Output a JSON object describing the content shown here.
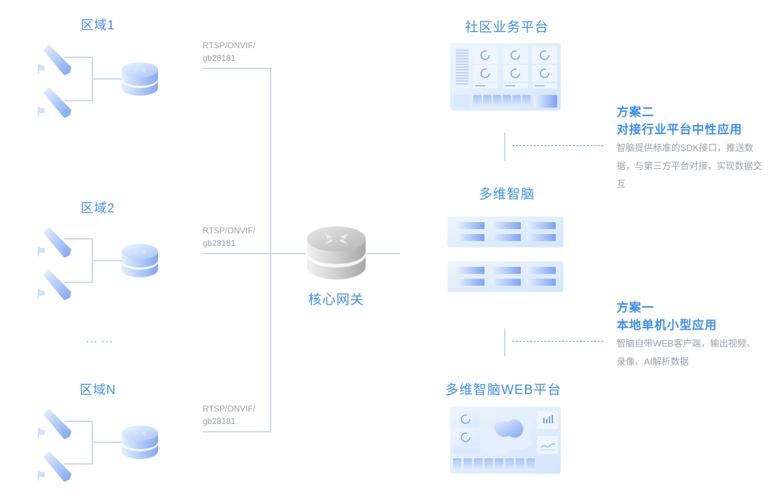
{
  "regions": [
    {
      "title": "区域1",
      "protocol_line1": "RTSP/ONVIF/",
      "protocol_line2": "gb28181"
    },
    {
      "title": "区域2",
      "protocol_line1": "RTSP/ONVIF/",
      "protocol_line2": "gb28181"
    },
    {
      "title": "区域N",
      "protocol_line1": "RTSP/ONVIF/",
      "protocol_line2": "gb28181"
    }
  ],
  "ellipsis": "··· ···",
  "core_gateway": {
    "title": "核心网关"
  },
  "platforms": {
    "community": {
      "title": "社区业务平台"
    },
    "brain": {
      "title": "多维智脑"
    },
    "web": {
      "title": "多维智脑WEB平台"
    }
  },
  "plans": {
    "plan2": {
      "title_line1": "方案二",
      "title_line2": "对接行业平台中性应用",
      "desc": "智脑提供标准的SDK接口，推送数据，与第三方平台对接，实现数据交互"
    },
    "plan1": {
      "title_line1": "方案一",
      "title_line2": "本地单机小型应用",
      "desc": "智脑自带WEB客户端，输出视频、录像、AI解析数据"
    }
  },
  "colors": {
    "accent": "#3f8ee8",
    "line": "#cfd9e6",
    "muted_text": "#9aa0a8"
  }
}
